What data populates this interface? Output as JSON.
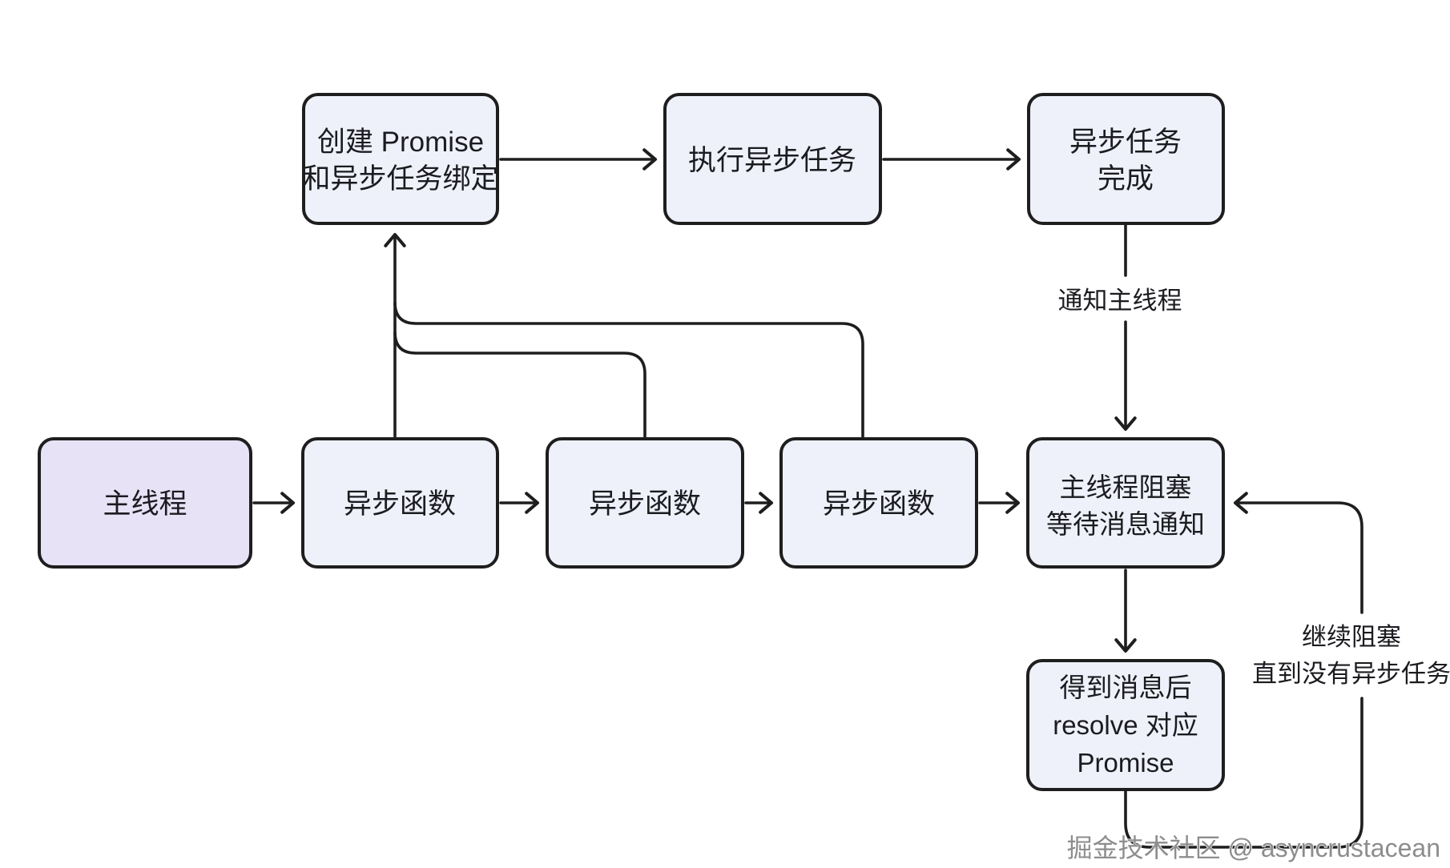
{
  "diagram": {
    "type": "flowchart",
    "background_color": "#ffffff",
    "colors": {
      "node_fill": "#eef1f9",
      "main_thread_fill": "#e8e2f6",
      "stroke": "#1e1e1e",
      "text": "#1b1b20",
      "watermark": "#8d8d8d"
    },
    "nodes": {
      "create_promise": {
        "line1": "创建 Promise",
        "line2": "和异步任务绑定"
      },
      "execute_async_task": {
        "line1": "执行异步任务"
      },
      "async_task_done": {
        "line1": "异步任务",
        "line2": "完成"
      },
      "main_thread": {
        "line1": "主线程"
      },
      "async_fn_1": {
        "line1": "异步函数"
      },
      "async_fn_2": {
        "line1": "异步函数"
      },
      "async_fn_3": {
        "line1": "异步函数"
      },
      "main_thread_blocked": {
        "line1": "主线程阻塞",
        "line2": "等待消息通知"
      },
      "resolve_promise": {
        "line1": "得到消息后",
        "line2": "resolve 对应",
        "line3": "Promise"
      }
    },
    "labels": {
      "notify_main_thread": "通知主线程",
      "continue_block_line1": "继续阻塞",
      "continue_block_line2": "直到没有异步任务",
      "watermark": "掘金技术社区 @ asyncrustacean"
    }
  }
}
